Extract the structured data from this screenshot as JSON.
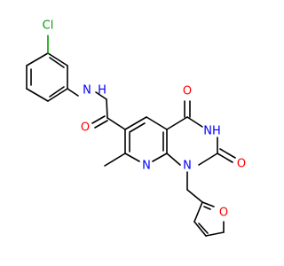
{
  "molecule": {
    "atom_labels": {
      "cl": "Cl",
      "amide_nh": "N\nH",
      "amide_n": "N",
      "amide_h": "H",
      "amide_o": "O",
      "c4_o": "O",
      "nh": "NH",
      "c2_o": "O",
      "n1": "N",
      "n8": "N",
      "furan_o": "O"
    },
    "colors": {
      "carbon": "#000000",
      "nitrogen": "#0000ff",
      "oxygen": "#ff0000",
      "chlorine": "#00a000"
    }
  }
}
